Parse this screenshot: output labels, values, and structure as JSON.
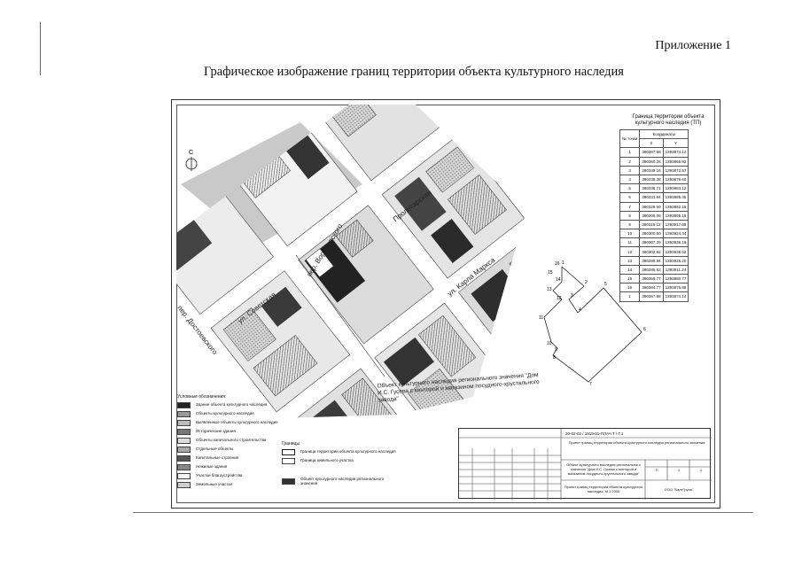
{
  "header": {
    "appendix": "Приложение 1",
    "title": "Графическое изображение границ территории объекта культурного наследия"
  },
  "map": {
    "north_label": "С",
    "streets": {
      "s1": "пер. Вороновского",
      "s2": "Пролетарская",
      "s3": "ул. Советская",
      "s4": "пер. Достоевского",
      "s5": "ул. Карла Маркса"
    },
    "caption": "Объект культурного наследия регионального значения \"Дом И.С. Гусева с конторой и магазином посудного-хрустального завода\""
  },
  "coords": {
    "title": "Граница территории объекта культурного наследия (ТП)",
    "col_no": "№ точки",
    "col_coords": "Координаты",
    "col_x": "X",
    "col_y": "Y",
    "rows": [
      [
        "1",
        "380367.68",
        "1393874.14"
      ],
      [
        "2",
        "380360.26",
        "1393866.92"
      ],
      [
        "3",
        "380349.16",
        "1393872.57"
      ],
      [
        "4",
        "380335.38",
        "1393879.60"
      ],
      [
        "5",
        "380336.71",
        "1393883.12"
      ],
      [
        "6",
        "380331.64",
        "1393885.45"
      ],
      [
        "7",
        "380329.50",
        "1393882.15"
      ],
      [
        "8",
        "380305.06",
        "1393895.18"
      ],
      [
        "9",
        "380315.12",
        "1393917.08"
      ],
      [
        "10",
        "380300.60",
        "1393924.44"
      ],
      [
        "11",
        "380307.29",
        "1393936.19"
      ],
      [
        "12",
        "380302.62",
        "1393938.52"
      ],
      [
        "13",
        "380289.94",
        "1393926.20"
      ],
      [
        "14",
        "380285.62",
        "1393911.24"
      ],
      [
        "15",
        "380358.77",
        "1393880.77"
      ],
      [
        "16",
        "380364.77",
        "1393875.88"
      ],
      [
        "1",
        "380367.68",
        "1393874.14"
      ]
    ]
  },
  "outline_labels": [
    "1",
    "2",
    "3",
    "4",
    "5",
    "6",
    "7",
    "8",
    "9",
    "10",
    "11",
    "12",
    "13",
    "14",
    "15",
    "16"
  ],
  "legend": {
    "heading": "Условные обозначения:",
    "items": [
      "Здание объекта культурного наследия",
      "Объекты культурного наследия",
      "Выявленные объекты культурного наследия",
      "Исторические здания",
      "Объекты капитального строительства",
      "Отдельные объекты",
      "Капитальные строения",
      "Нежилые здания",
      "Участки благоустройства",
      "Земельные участки"
    ],
    "right_heading": "Границы",
    "right_items": [
      "Граница территории объекта культурного наследия",
      "Граница земельного участка",
      "Объект культурного наследия регионального значения"
    ]
  },
  "stamp": {
    "code": "20-02-02 / 1919-01-ПЛАЧ.Т / Т.1",
    "work_title": "Проект границ территории объекта культурного наследия регионального значения",
    "object_name": "Объект культурного наследия регионального значения \"Дом И.С. Гусева с конторой и магазином посудного-хрустального завода\"",
    "sheet_title": "Проект границ территории объекта культурного наследия, М 1:2000",
    "org": "ООО \"БалтГрупп\"",
    "stage": "П",
    "sheet": "1",
    "sheets": "1"
  }
}
